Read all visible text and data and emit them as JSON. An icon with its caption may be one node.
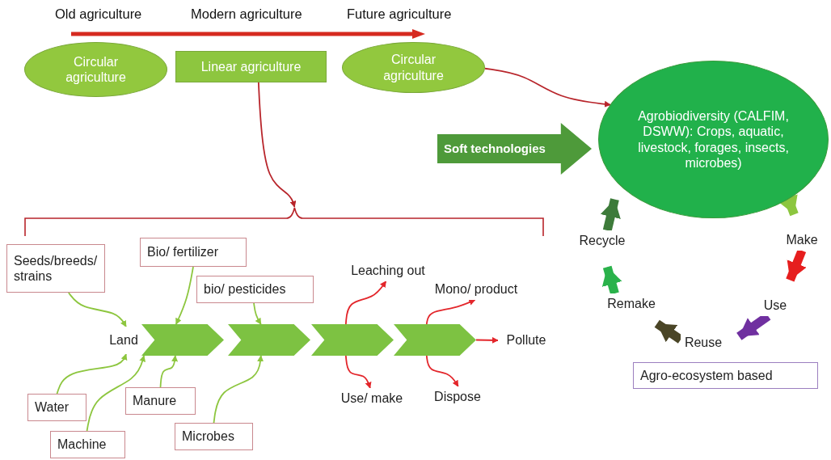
{
  "diagram": {
    "nodes": [
      {
        "text": [
          "Circular agriculture"
        ]
      },
      {
        "text": [
          "Linear agriculture"
        ]
      },
      {
        "text": [
          "Circular agriculture"
        ]
      },
      {
        "text": [
          "Agrobiodiversity (CALFIM, DSWW): Crops, aquatic, livestock, forages, insects, microbes)"
        ]
      },
      {
        "text": [
          "Soft technologies"
        ]
      },
      {
        "text": [
          "Seeds/breeds/ strains"
        ]
      },
      {
        "text": [
          "Bio/ fertilizer"
        ]
      },
      {
        "text": [
          "bio/ pesticides"
        ]
      },
      {
        "text": [
          "Land"
        ]
      },
      {
        "text": [],
        "shape": "chevron"
      },
      {
        "text": [],
        "shape": "chevron"
      },
      {
        "text": [],
        "shape": "chevron"
      },
      {
        "text": [],
        "shape": "chevron"
      },
      {
        "text": [
          "Water"
        ]
      },
      {
        "text": [
          "Manure"
        ]
      },
      {
        "text": [
          "Machine"
        ]
      },
      {
        "text": [
          "Microbes"
        ]
      },
      {
        "text": [
          "Leaching out"
        ]
      },
      {
        "text": [
          "Use/ make"
        ]
      },
      {
        "text": [
          "Mono/ product"
        ]
      },
      {
        "text": [
          "Dispose"
        ]
      },
      {
        "text": [
          "Pollute"
        ]
      },
      {
        "text": [
          "Make"
        ]
      },
      {
        "text": [
          "Use"
        ]
      },
      {
        "text": [
          "Reuse"
        ]
      },
      {
        "text": [
          "Remake"
        ]
      },
      {
        "text": [
          "Recycle"
        ]
      },
      {
        "text": [
          "Agro-ecosystem based"
        ]
      },
      {
        "text": [],
        "shape": "bracket"
      }
    ],
    "edges": [
      {
        "from": 2,
        "to": 3,
        "arrow": "to",
        "color": "#b8252b"
      },
      {
        "from": 1,
        "to": 28,
        "arrow": "to",
        "color": "#b8252b"
      },
      {
        "from": 5,
        "to": 8,
        "arrow": "to",
        "color": "#8dc63f"
      },
      {
        "from": 6,
        "to": 9,
        "arrow": "to",
        "color": "#8dc63f"
      },
      {
        "from": 7,
        "to": 10,
        "arrow": "to",
        "color": "#8dc63f"
      },
      {
        "from": 13,
        "to": 8,
        "arrow": "to",
        "color": "#8dc63f"
      },
      {
        "from": 15,
        "to": 9,
        "arrow": "to",
        "color": "#8dc63f"
      },
      {
        "from": 14,
        "to": 9,
        "arrow": "to",
        "color": "#8dc63f"
      },
      {
        "from": 16,
        "to": 10,
        "arrow": "to",
        "color": "#8dc63f"
      },
      {
        "from": 11,
        "to": 17,
        "arrow": "to",
        "color": "#e3262b"
      },
      {
        "from": 11,
        "to": 18,
        "arrow": "to",
        "color": "#e3262b"
      },
      {
        "from": 12,
        "to": 19,
        "arrow": "to",
        "color": "#e3262b"
      },
      {
        "from": 12,
        "to": 20,
        "arrow": "to",
        "color": "#e3262b"
      },
      {
        "from": 12,
        "to": 21,
        "arrow": "to",
        "color": "#e3262b"
      },
      {
        "from": 3,
        "to": 22,
        "arrow": "to",
        "style": "thick",
        "color": "#8cc63f"
      },
      {
        "from": 22,
        "to": 23,
        "arrow": "to",
        "style": "thick",
        "color": "#e61e1e"
      },
      {
        "from": 23,
        "to": 24,
        "arrow": "to",
        "style": "thick",
        "color": "#7030a0"
      },
      {
        "from": 24,
        "to": 25,
        "arrow": "to",
        "style": "thick",
        "color": "#4a4526"
      },
      {
        "from": 25,
        "to": 26,
        "arrow": "to",
        "style": "thick",
        "color": "#2ab24b"
      },
      {
        "from": 26,
        "to": 3,
        "arrow": "to",
        "style": "thick",
        "color": "#3d7b3a"
      }
    ],
    "labels": [
      "Old agriculture",
      "Modern agriculture",
      "Future agriculture"
    ]
  }
}
